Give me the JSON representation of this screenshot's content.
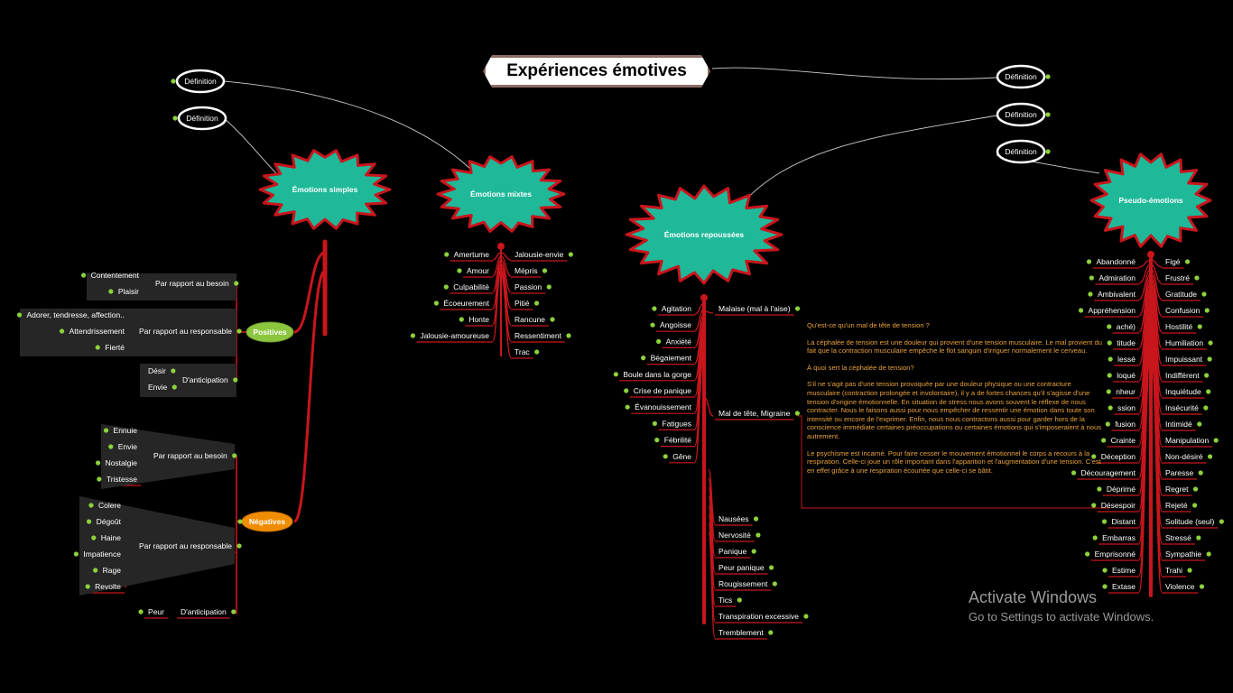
{
  "title": "Expériences émotives",
  "definition_label": "Définition",
  "main_topics": {
    "simples": "Émotions simples",
    "mixtes": "Émotions mixtes",
    "repoussees": "Émotions repoussées",
    "pseudo": "Pseudo-émotions"
  },
  "simples": {
    "positives": {
      "label": "Positives",
      "groups": [
        {
          "label": "Par rapport au besoin",
          "items": [
            "Contentement",
            "Plaisir"
          ]
        },
        {
          "label": "Par rapport au responsable",
          "items": [
            "Adorer, tendresse, affection..",
            "Attendrissement",
            "Fierté"
          ]
        },
        {
          "label": "D'anticipation",
          "items": [
            "Désir",
            "Envie"
          ]
        }
      ]
    },
    "negatives": {
      "label": "Négatives",
      "groups": [
        {
          "label": "Par rapport au besoin",
          "items": [
            "Ennuie",
            "Envie",
            "Nostalgie",
            "Tristesse"
          ]
        },
        {
          "label": "Par rapport au responsable",
          "items": [
            "Colere",
            "Dégoût",
            "Haine",
            "Impatience",
            "Rage",
            "Revolte"
          ]
        },
        {
          "label": "D'anticipation",
          "items": [
            "Peur"
          ]
        }
      ]
    }
  },
  "mixtes": {
    "left": [
      "Amertume",
      "Amour",
      "Culpabilité",
      "Écoeurement",
      "Honte",
      "Jalousie-amoureuse"
    ],
    "right": [
      "Jalousie-envie",
      "Mépris",
      "Passion",
      "Pitié",
      "Rancune",
      "Ressentiment",
      "Trac"
    ]
  },
  "repoussees": {
    "left": [
      "Agitation",
      "Angoisse",
      "Anxiété",
      "Bégaiement",
      "Boule dans la gorge",
      "Crise de panique",
      "Évanouissement",
      "Fatigues",
      "Fébrilité",
      "Gêne"
    ],
    "malaise": "Malaise (mal à l'aise)",
    "migraine": "Mal de tête, Migraine",
    "right": [
      "Nausées",
      "Nervosité",
      "Panique",
      "Peur panique",
      "Rougissement",
      "Tics",
      "Transpiration excessive",
      "Tremblement"
    ],
    "note": [
      "Qu'est-ce qu'un mal de tête de tension ?",
      "La céphalée de tension est une douleur qui provient d'une tension musculaire. Le mal provient du fait que la contraction musculaire empêche le flot sanguin d'irriguer normalement le cerveau.",
      "À quoi sert la céphalée de tension?",
      "S'il ne s'agit pas d'une tension provoquée par une douleur physique ou une contracture musculaire (contraction prolongée et involontaire), il y a de fortes chances qu'il s'agisse d'une tension d'origine émotionnelle. En situation de stress nous avons souvent le réflexe de nous contracter. Nous le faisons aussi pour nous empêcher de ressentir une émotion dans toute son intensité ou encore de l'exprimer. Enfin, nous nous contractons aussi pour garder hors de la conscience immédiate certaines préoccupations ou certaines émotions qui s'imposeraient à nous autrement.",
      "Le psychisme est incarné. Pour faire cesser le mouvement émotionnel le corps a recours à la respiration. Celle-ci joue un rôle important dans l'apparition et l'augmentation d'une tension. C'est en effet grâce à une respiration écourtée que celle-ci se bâtit."
    ]
  },
  "pseudo": {
    "left": [
      "Abandonné",
      "Admiration",
      "Ambivalent",
      "Appréhension",
      "aché)",
      "titude",
      "lessé",
      "loqué",
      "nheur",
      "ssion",
      "fusion",
      "Crainte",
      "Déception",
      "Découragement",
      "Déprimé",
      "Désespoir",
      "Distant",
      "Embarras",
      "Emprisonné",
      "Estime",
      "Extase"
    ],
    "right": [
      "Figé",
      "Frustré",
      "Gratitude",
      "Confusion",
      "Hostilité",
      "Humiliation",
      "Impuissant",
      "Indifférent",
      "Inquiétude",
      "Insécurité",
      "Intimidé",
      "Manipulation",
      "Non-désiré",
      "Paresse",
      "Regret",
      "Rejeté",
      "Solitude (seul)",
      "Stressé",
      "Sympathie",
      "Trahi",
      "Violence"
    ]
  },
  "watermark": {
    "line1": "Activate Windows",
    "line2": "Go to Settings to activate Windows."
  },
  "colors": {
    "background": "#000000",
    "burst_fill": "#1fb99a",
    "burst_stroke": "#c8161d",
    "branch": "#c8161d",
    "positives": "#8cc63f",
    "negatives": "#f08c00",
    "bullet": "#8cd23c",
    "note_text": "#e8a23a",
    "definition_link": "#cccccc"
  }
}
